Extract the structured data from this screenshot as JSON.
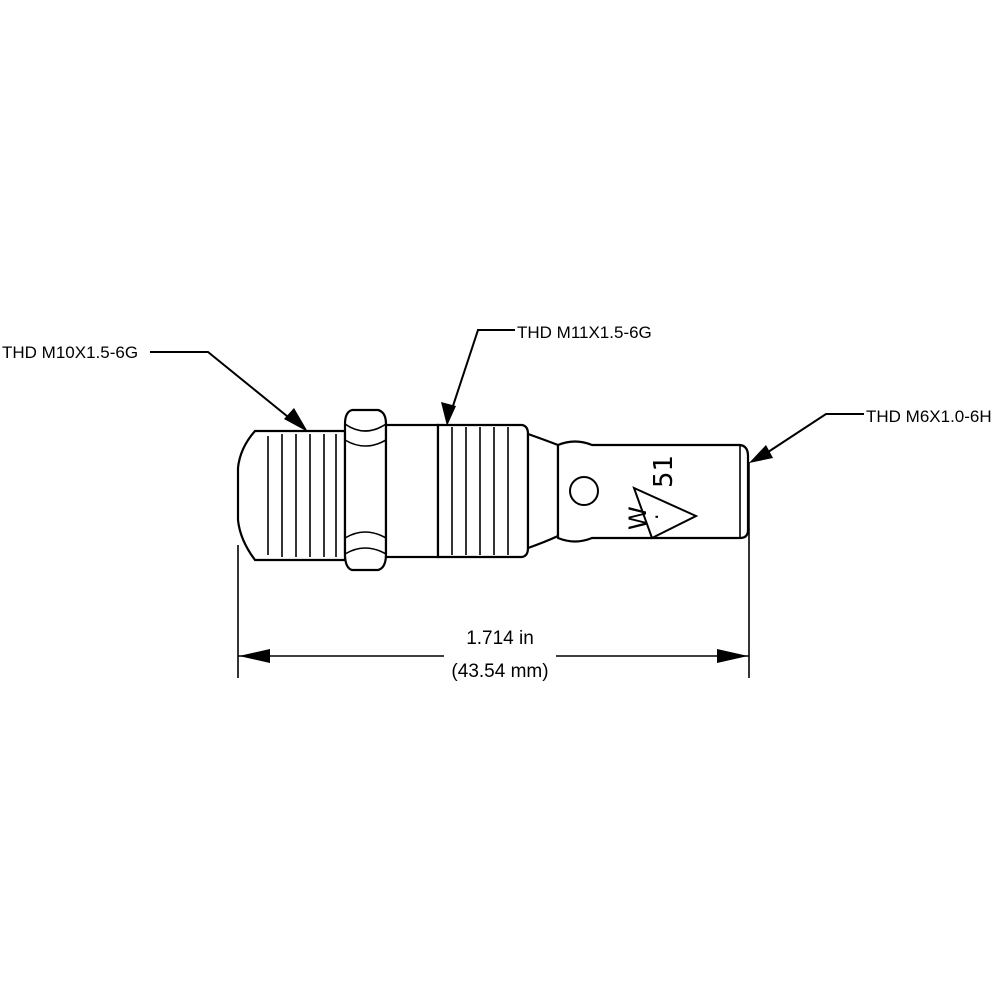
{
  "callouts": {
    "left_thread": "THD M10X1.5-6G",
    "middle_thread": "THD M11X1.5-6G",
    "right_thread": "THD M6X1.0-6H"
  },
  "dimension": {
    "inches": "1.714 in",
    "millimeters": "(43.54 mm)"
  },
  "marking": {
    "number": "51",
    "letter": "W",
    "glyph": "·"
  },
  "colors": {
    "line": "#000000",
    "background": "#ffffff"
  }
}
